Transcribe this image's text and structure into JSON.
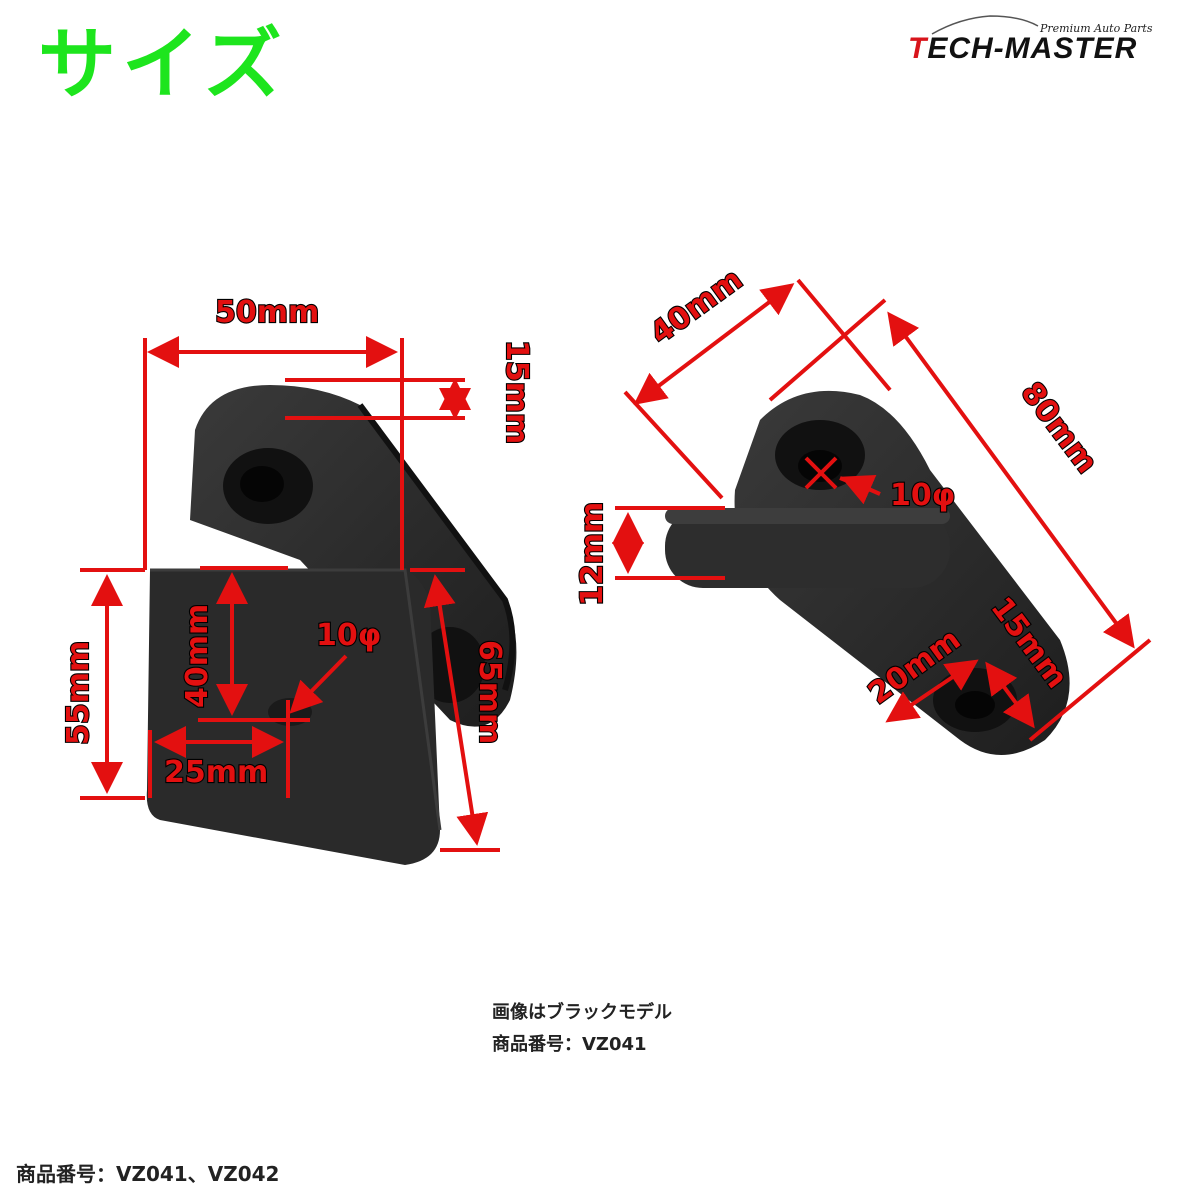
{
  "title": "サイズ",
  "logo": {
    "sub": "Premium Auto Parts",
    "main_rest": "ECH-MASTER",
    "main_initial": "T"
  },
  "labels": {
    "left_50": "50mm",
    "left_15": "15mm",
    "left_55": "55mm",
    "left_40": "40mm",
    "left_10phi": "10φ",
    "left_25": "25mm",
    "left_65": "65mm",
    "right_40": "40mm",
    "right_80": "80mm",
    "right_10phi": "10φ",
    "right_12": "12mm",
    "right_20": "20mm",
    "right_15": "15mm"
  },
  "note": {
    "line1": "画像はブラックモデル",
    "line2": "商品番号：VZ041"
  },
  "footer": "商品番号：VZ041、VZ042",
  "colors": {
    "title": "#1de51d",
    "dimension": "#e31010",
    "part": "#2b2b2b"
  }
}
